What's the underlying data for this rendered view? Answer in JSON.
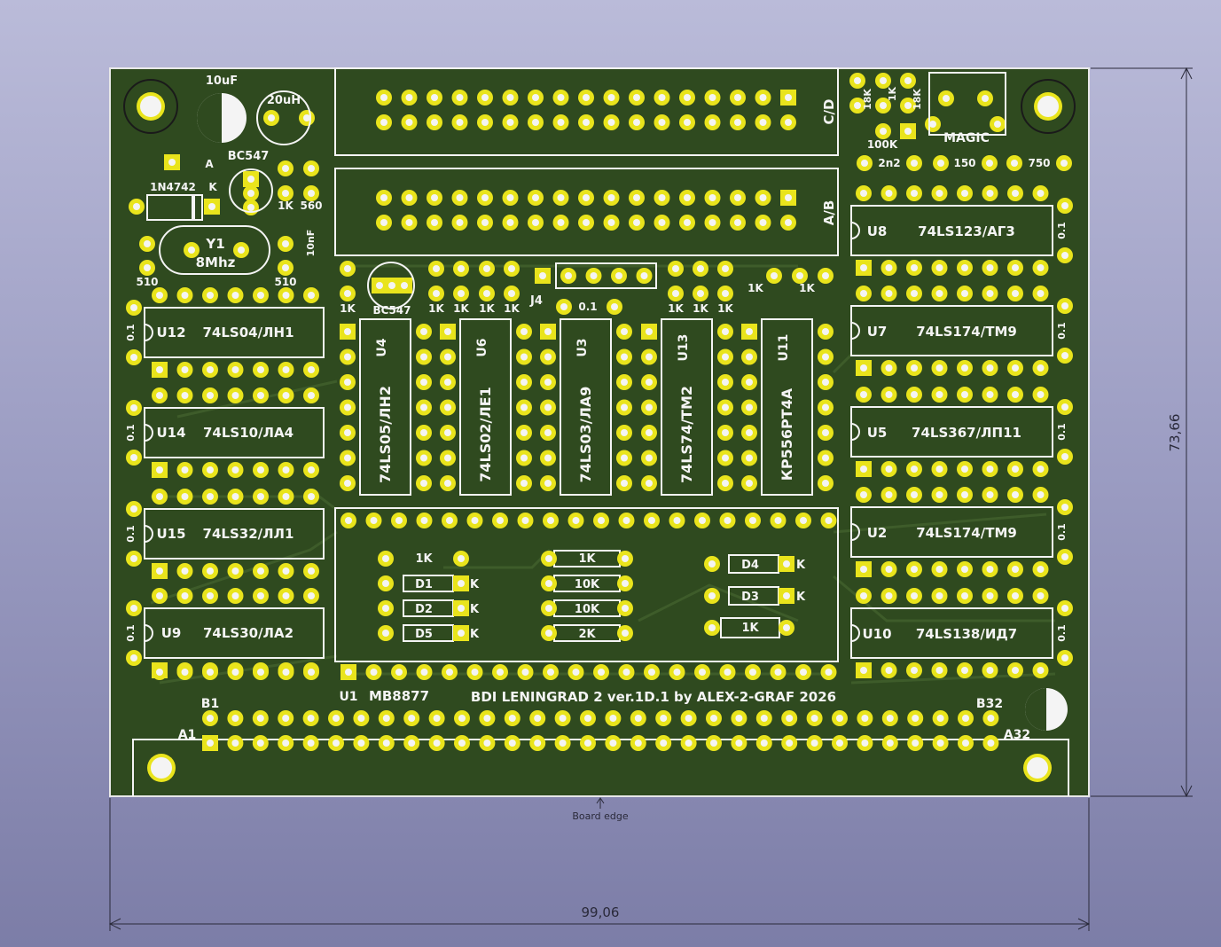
{
  "viewer": {
    "dimension_width": "99,06",
    "dimension_height": "73,66",
    "board_edge_label": "Board edge"
  },
  "colors": {
    "background_top": "#babbd9",
    "background_bottom": "#7c7da7",
    "board": "#2f4a1f",
    "silk": "#f4f4f4",
    "pad": "#e9e41c",
    "dimension": "#2a2a3a"
  },
  "board": {
    "title": "BDI LENINGRAD 2 ver.1D.1 by ALEX-2-GRAF 2026",
    "chips_left": [
      {
        "ref": "U12",
        "part": "74LS04/ЛН1",
        "cap": "0.1"
      },
      {
        "ref": "U14",
        "part": "74LS10/ЛА4",
        "cap": "0.1"
      },
      {
        "ref": "U15",
        "part": "74LS32/ЛЛ1",
        "cap": "0.1"
      },
      {
        "ref": "U9",
        "part": "74LS30/ЛА2",
        "cap": "0.1"
      }
    ],
    "chips_right": [
      {
        "ref": "U8",
        "part": "74LS123/АГ3",
        "cap": "0.1"
      },
      {
        "ref": "U7",
        "part": "74LS174/ТМ9",
        "cap": "0.1"
      },
      {
        "ref": "U5",
        "part": "74LS367/ЛП11",
        "cap": "0.1"
      },
      {
        "ref": "U2",
        "part": "74LS174/ТМ9",
        "cap": "0.1"
      },
      {
        "ref": "U10",
        "part": "74LS138/ИД7",
        "cap": "0.1"
      }
    ],
    "chips_vertical": [
      {
        "ref": "U4",
        "part": "74LS05/ЛН2"
      },
      {
        "ref": "U6",
        "part": "74LS02/ЛЕ1"
      },
      {
        "ref": "U3",
        "part": "74LS03/ЛА9"
      },
      {
        "ref": "U13",
        "part": "74LS74/ТМ2"
      },
      {
        "ref": "U11",
        "part": "КР556РТ4А"
      }
    ],
    "u1": {
      "ref": "U1",
      "part": "MB8877"
    },
    "connectors": {
      "cd": "C/D",
      "ab": "A/B",
      "j4": "J4",
      "b1": "B1",
      "a1": "A1",
      "b32": "B32",
      "a32": "A32"
    },
    "labels": {
      "cap_10uf": "10uF",
      "ind_20uh": "20uH",
      "bc547": "BC547",
      "bc547_2": "BC547",
      "diode": "1N4742",
      "anode": "A",
      "k": "K",
      "r_1k": "1K",
      "r_560": "560",
      "y1": "Y1",
      "freq": "8Mhz",
      "r_510": "510",
      "c_10nf": "10nF",
      "magic": "MAGIC",
      "r_100k": "100K",
      "c_2n2": "2n2",
      "r_150": "150",
      "r_750": "750",
      "r_18k": "18K",
      "cap_01": "0.1",
      "d1": "D1",
      "d2": "D2",
      "d3": "D3",
      "d4": "D4",
      "d5": "D5",
      "r_10k": "10K",
      "r_2k": "2K"
    }
  }
}
